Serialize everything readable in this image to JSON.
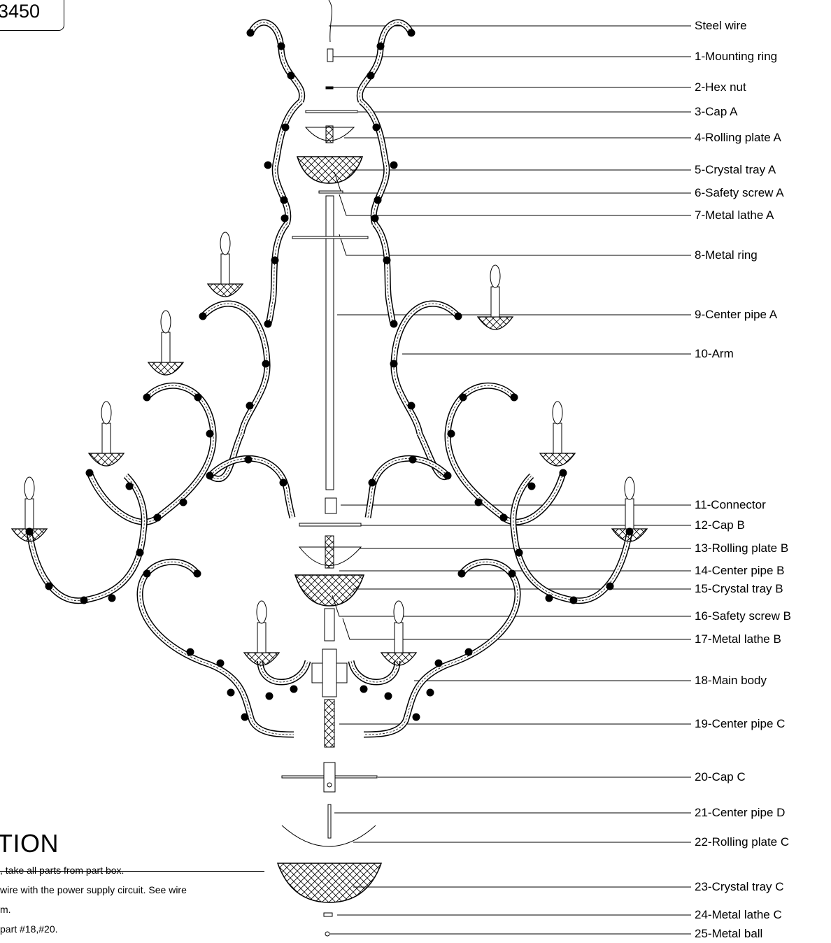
{
  "model_number": "3450",
  "parts": [
    "Steel wire",
    "1-Mounting ring",
    "2-Hex nut",
    "3-Cap  A",
    "4-Rolling plate   A",
    "5-Crystal tray A",
    "6-Safety screw   A",
    "7-Metal lathe  A",
    "8-Metal ring",
    "9-Center pipe A",
    "10-Arm",
    "11-Connector",
    "12-Cap  B",
    "13-Rolling plate   B",
    "14-Center pipe  B",
    "15-Crystal tray  B",
    "16-Safety screw   B",
    "17-Metal lathe  B",
    "18-Main body",
    "19-Center pipe  C",
    "20-Cap  C",
    "21-Center pipe  D",
    "22-Rolling plate   C",
    "23-Crystal tray  C",
    "24-Metal lathe  C",
    "25-Metal ball"
  ],
  "instructions": {
    "title": "TION",
    "lines": [
      ", take all parts from part box.",
      " wire with the power supply circuit. See wire",
      "m.",
      "part #18,#20."
    ]
  }
}
